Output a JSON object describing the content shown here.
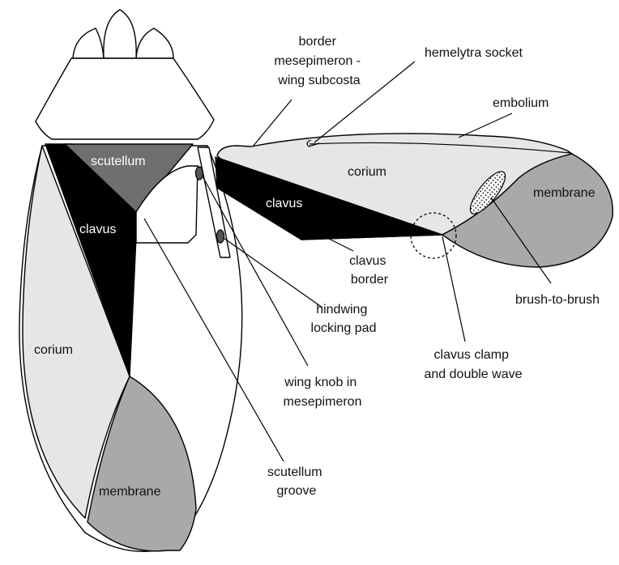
{
  "colors": {
    "black": "#000000",
    "white": "#ffffff",
    "corium": "#e6e6e6",
    "membrane": "#a9a9a9",
    "scutellum": "#6f6f6f"
  },
  "body_labels": {
    "scutellum": "scutellum",
    "clavus": "clavus",
    "corium": "corium",
    "membrane": "membrane"
  },
  "wing_labels": {
    "corium": "corium",
    "clavus": "clavus",
    "membrane": "membrane"
  },
  "callouts": {
    "border_mesepimeron": [
      "border",
      "mesepimeron -",
      "wing subcosta"
    ],
    "hemelytra_socket": [
      "hemelytra socket"
    ],
    "embolium": [
      "embolium"
    ],
    "clavus_border": [
      "clavus",
      "border"
    ],
    "hindwing_locking_pad": [
      "hindwing",
      "locking pad"
    ],
    "brush_to_brush": [
      "brush-to-brush"
    ],
    "clavus_clamp": [
      "clavus clamp",
      "and double wave"
    ],
    "wing_knob": [
      "wing knob in",
      "mesepimeron"
    ],
    "scutellum_groove": [
      "scutellum",
      "groove"
    ]
  }
}
